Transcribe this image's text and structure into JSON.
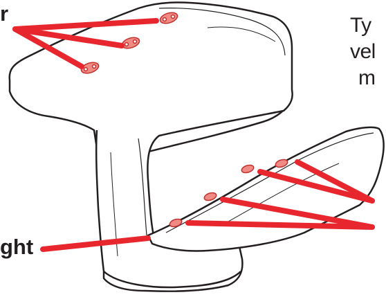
{
  "caption": {
    "line1": "Ty",
    "line2": "vel",
    "line3": "m"
  },
  "labels": {
    "top": "r",
    "bottom": "ght"
  },
  "colors": {
    "leader": "#e8262e",
    "anchor_fill": "#f08a85",
    "anchor_stroke": "#c0302c",
    "outline": "#231f20"
  }
}
